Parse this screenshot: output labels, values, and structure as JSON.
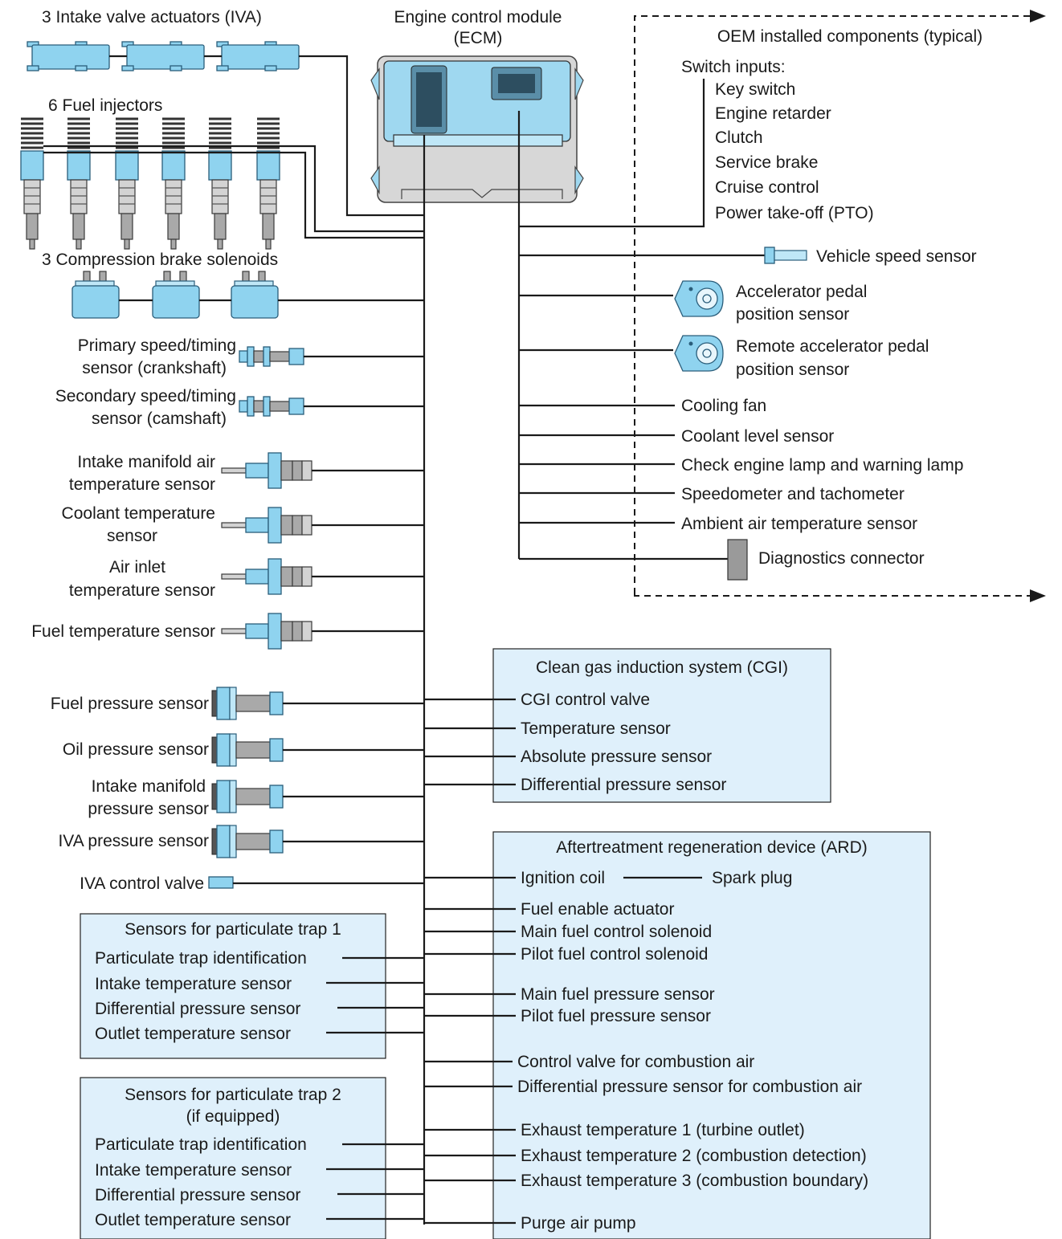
{
  "ecm": {
    "line1": "Engine control module",
    "line2": "(ECM)"
  },
  "left": {
    "iva_actuators": "3 Intake valve actuators (IVA)",
    "fuel_injectors": "6 Fuel injectors",
    "brake_solenoids": "3 Compression brake solenoids",
    "primary_timing": [
      "Primary speed/timing",
      "sensor (crankshaft)"
    ],
    "secondary_timing": [
      "Secondary speed/timing",
      "sensor (camshaft)"
    ],
    "intake_air_temp": [
      "Intake manifold air",
      "temperature sensor"
    ],
    "coolant_temp": [
      "Coolant temperature",
      "sensor"
    ],
    "air_inlet_temp": [
      "Air inlet",
      "temperature sensor"
    ],
    "fuel_temp": "Fuel temperature sensor",
    "fuel_pressure": "Fuel pressure sensor",
    "oil_pressure": "Oil pressure sensor",
    "intake_pressure": [
      "Intake manifold",
      "pressure sensor"
    ],
    "iva_pressure": "IVA pressure sensor",
    "iva_valve": "IVA control valve"
  },
  "trap1": {
    "title": "Sensors for particulate trap 1",
    "items": [
      "Particulate trap identification",
      "Intake temperature sensor",
      "Differential pressure sensor",
      "Outlet temperature sensor"
    ]
  },
  "trap2": {
    "title": [
      "Sensors for particulate trap 2",
      "(if equipped)"
    ],
    "items": [
      "Particulate trap identification",
      "Intake temperature sensor",
      "Differential pressure sensor",
      "Outlet temperature sensor"
    ]
  },
  "oem": {
    "title": "OEM installed components (typical)",
    "switch_header": "Switch inputs:",
    "switches": [
      "Key switch",
      "Engine retarder",
      "Clutch",
      "Service brake",
      "Cruise control",
      "Power take-off (PTO)"
    ],
    "vehicle_speed": "Vehicle speed sensor",
    "accel_pedal": [
      "Accelerator pedal",
      "position sensor"
    ],
    "remote_pedal": [
      "Remote accelerator pedal",
      "position sensor"
    ],
    "outputs": [
      "Cooling fan",
      "Coolant level sensor",
      "Check engine lamp and warning lamp",
      "Speedometer and tachometer",
      "Ambient air temperature sensor"
    ],
    "diagnostics": "Diagnostics connector"
  },
  "cgi": {
    "title": "Clean gas induction system (CGI)",
    "items": [
      "CGI control valve",
      "Temperature sensor",
      "Absolute pressure sensor",
      "Differential pressure sensor"
    ]
  },
  "ard": {
    "title": "Aftertreatment regeneration device (ARD)",
    "ignition": "Ignition coil",
    "spark": "Spark plug",
    "items": [
      "Fuel enable actuator",
      "Main fuel control solenoid",
      "Pilot fuel control solenoid",
      "Main fuel pressure sensor",
      "Pilot fuel pressure sensor",
      "Control valve for combustion air",
      "Differential pressure sensor for combustion air",
      "Exhaust temperature 1 (turbine outlet)",
      "Exhaust temperature 2 (combustion detection)",
      "Exhaust temperature 3 (combustion boundary)",
      "Purge air pump"
    ]
  },
  "colors": {
    "box_fill": "#dff0fb",
    "component_blue": "#8fd3ef",
    "wire": "#1a1a1a"
  }
}
